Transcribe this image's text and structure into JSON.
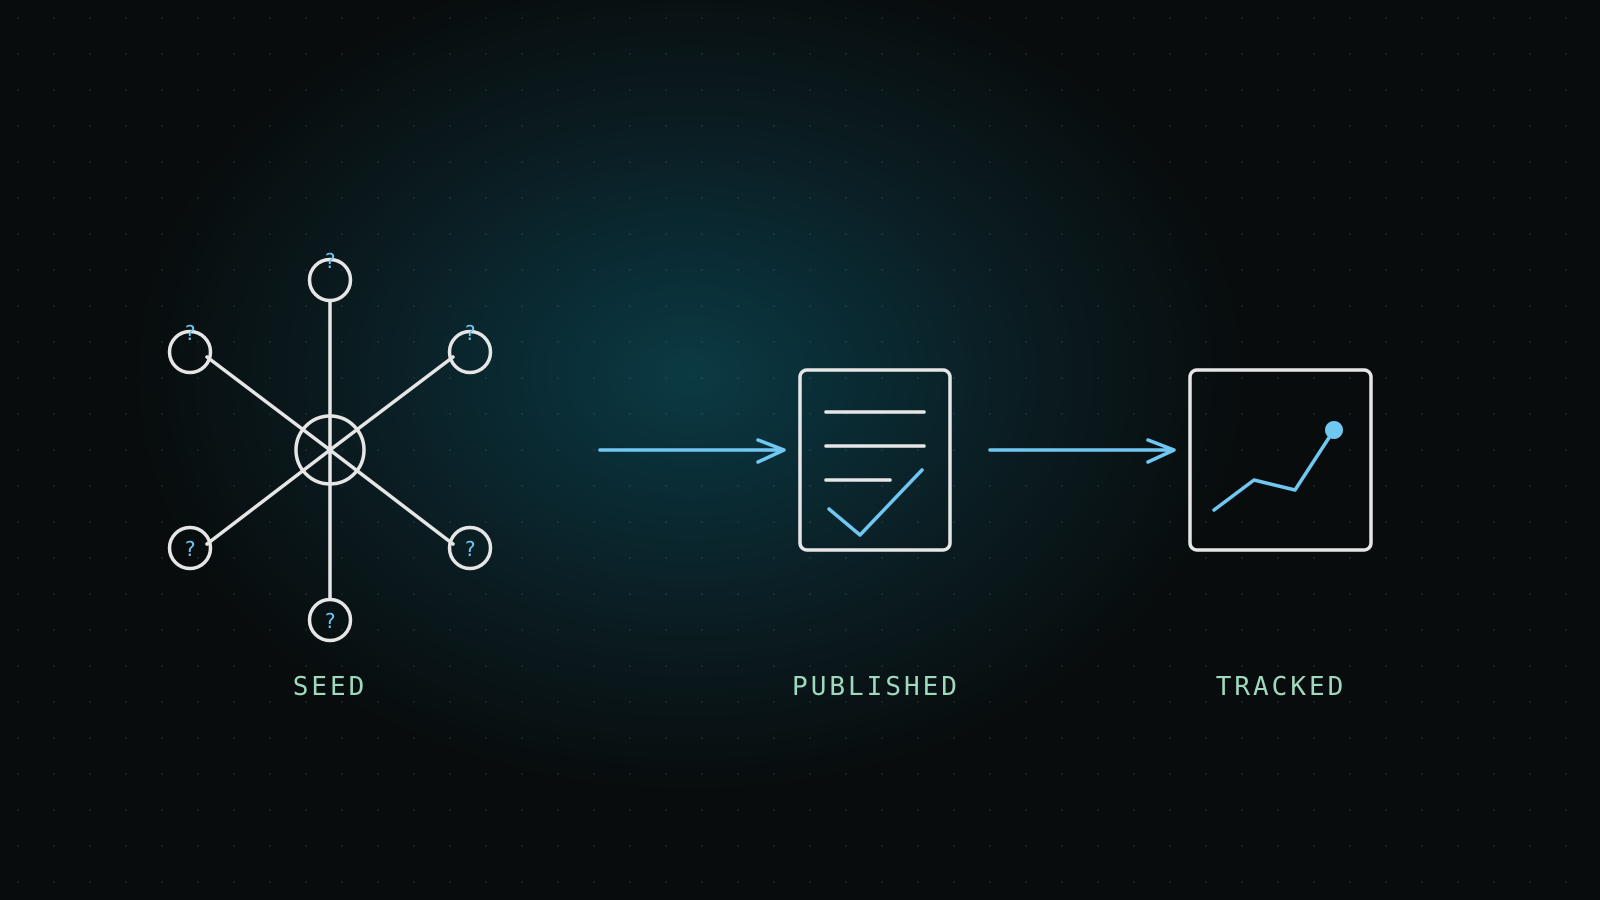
{
  "stages": [
    {
      "label": "SEED",
      "icon": "seed-network-icon"
    },
    {
      "label": "PUBLISHED",
      "icon": "document-check-icon"
    },
    {
      "label": "TRACKED",
      "icon": "trend-chart-icon"
    }
  ],
  "seed": {
    "node_marks": [
      "?",
      "?",
      "?",
      "?",
      "?",
      "?"
    ]
  },
  "colors": {
    "accent": "#6fc7f2",
    "outline": "#e6e6e6",
    "label": "#9fd9bd",
    "background": "#080b0c",
    "glow": "#0b3a44"
  }
}
